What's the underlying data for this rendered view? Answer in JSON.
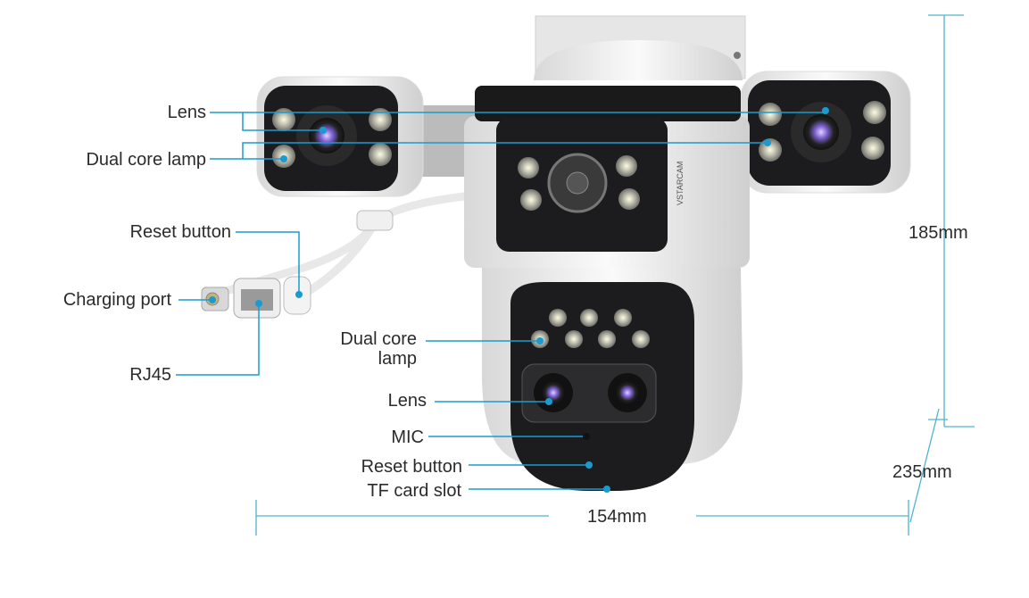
{
  "labels": {
    "lens_top": "Lens",
    "lamp_top": "Dual core lamp",
    "reset_cable": "Reset button",
    "charging_port": "Charging port",
    "rj45": "RJ45",
    "lamp_bottom_1": "Dual core",
    "lamp_bottom_2": "lamp",
    "lens_bottom": "Lens",
    "mic": "MIC",
    "reset_body": "Reset button",
    "tf_slot": "TF card slot"
  },
  "dimensions": {
    "width": "154mm",
    "height": "185mm",
    "depth": "235mm"
  },
  "brand": "VSTARCAM",
  "colors": {
    "leader": "#1a9bd0",
    "dimension": "#4fb3cf",
    "body": "#f2f2f2",
    "face": "#1c1c1e"
  }
}
